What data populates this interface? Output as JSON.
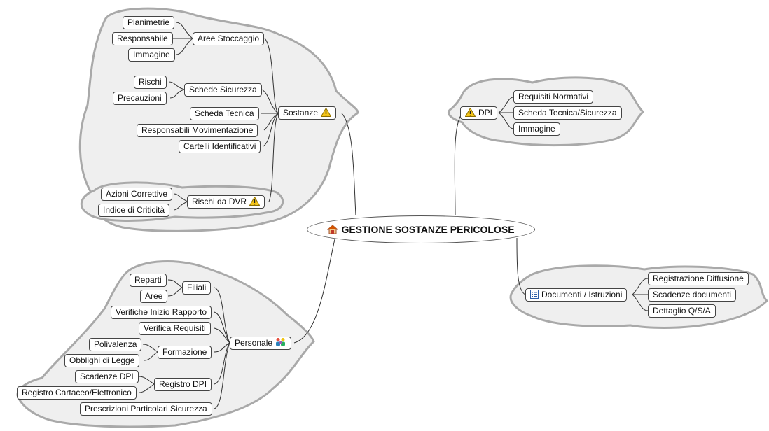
{
  "root": {
    "label": "GESTIONE SOSTANZE PERICOLOSE",
    "icon": "house-icon"
  },
  "branches": {
    "sostanze": {
      "label": "Sostanze",
      "icon": "warning-icon",
      "aree_stoccaggio": {
        "label": "Aree Stoccaggio",
        "children": [
          "Planimetrie",
          "Responsabile",
          "Immagine"
        ]
      },
      "schede_sicurezza": {
        "label": "Schede Sicurezza",
        "children": [
          "Rischi",
          "Precauzioni"
        ]
      },
      "scheda_tecnica": "Scheda Tecnica",
      "responsabili_movimentazione": "Responsabili Movimentazione",
      "cartelli_identificativi": "Cartelli Identificativi",
      "rischi_dvr": {
        "label": "Rischi da DVR",
        "icon": "warning-icon",
        "children": [
          "Azioni Correttive",
          "Indice di Criticità"
        ]
      }
    },
    "dpi": {
      "label": "DPI",
      "icon": "warning-icon",
      "children": [
        "Requisiti Normativi",
        "Scheda Tecnica/Sicurezza",
        "Immagine"
      ]
    },
    "documenti": {
      "label": "Documenti / Istruzioni",
      "icon": "document-list-icon",
      "children": [
        "Registrazione Diffusione",
        "Scadenze documenti",
        "Dettaglio Q/S/A"
      ]
    },
    "personale": {
      "label": "Personale",
      "icon": "people-icon",
      "filiali": {
        "label": "Filiali",
        "children": [
          "Reparti",
          "Aree"
        ]
      },
      "verifiche_inizio_rapporto": "Verifiche Inizio Rapporto",
      "verifica_requisiti": "Verifica Requisiti",
      "formazione": {
        "label": "Formazione",
        "children": [
          "Polivalenza",
          "Obblighi di Legge"
        ]
      },
      "registro_dpi": {
        "label": "Registro DPI",
        "children": [
          "Scadenze DPI",
          "Registro Cartaceo/Elettronico"
        ]
      },
      "prescrizioni": "Prescrizioni Particolari Sicurezza"
    }
  }
}
